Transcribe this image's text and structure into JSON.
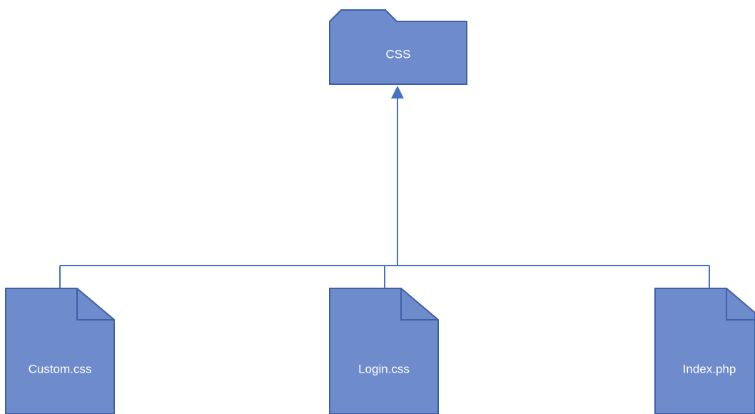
{
  "diagram": {
    "root": {
      "label": "CSS",
      "shape": "folder"
    },
    "children": [
      {
        "label": "Custom.css",
        "shape": "file"
      },
      {
        "label": "Login.css",
        "shape": "file"
      },
      {
        "label": "Index.php",
        "shape": "file"
      }
    ],
    "relation": "children-point-to-root"
  },
  "colors": {
    "fill": "#6e8bcc",
    "stroke": "#3f5fa8",
    "connector": "#4472c4",
    "text": "#ffffff",
    "background": "#ffffff"
  }
}
